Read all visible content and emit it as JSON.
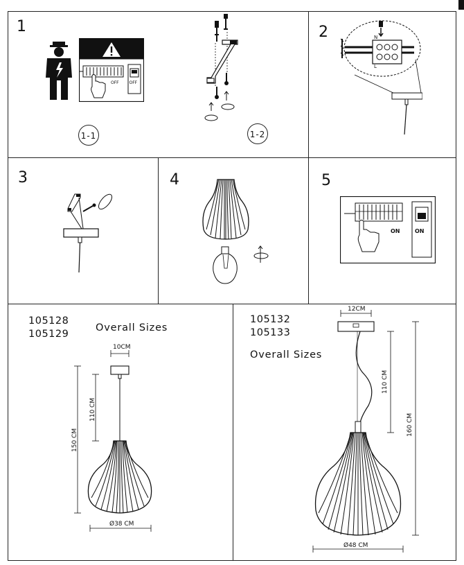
{
  "steps": {
    "s1": "1",
    "s2": "2",
    "s3": "3",
    "s4": "4",
    "s5": "5"
  },
  "sub_labels": {
    "a": "1-1",
    "b": "1-2"
  },
  "switch_labels": {
    "off_breaker": "OFF",
    "off_switch": "OFF",
    "on_breaker": "ON",
    "on_switch": "ON"
  },
  "wire_labels": {
    "neutral": "N",
    "live": "L"
  },
  "small_lamp": {
    "models": [
      "105128",
      "105129"
    ],
    "overall": "Overall Sizes",
    "canopy": "10CM",
    "cable": "110 CM",
    "height": "150 CM",
    "diameter": "Ø38 CM"
  },
  "large_lamp": {
    "models": [
      "105132",
      "105133"
    ],
    "overall": "Overall Sizes",
    "canopy": "12CM",
    "cable": "110 CM",
    "height": "160 CM",
    "diameter": "Ø48 CM"
  }
}
